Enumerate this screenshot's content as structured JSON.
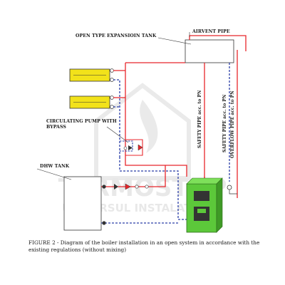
{
  "labels": {
    "airvent_pipe": "AIRVENT PIPE",
    "expansion_tank": "OPEN TYPE EXPANSIOIN TANK",
    "circulating_pump_line1": "CIRCULATING PUMP WITH",
    "circulating_pump_line2": "BYPASS",
    "dhw_tank": "DHW TANK",
    "safety_pipe_1": "SAFETY PIPE acc. to PN",
    "safety_pipe_2": "SAFETY PIPE acc. to PN",
    "overflow_pipe": "OVERFLOW PIPE acc. to PN"
  },
  "watermark": {
    "line1": "TERMOSTOP",
    "line2": "UNIVERSUL INSTALATIILOR"
  },
  "caption": "FIGURE 2 - Diagram of the boiler installation in an open system in accordance with the existing regulations (without mixing)",
  "colors": {
    "supply_pipe": "#e8262b",
    "return_pipe": "#2b3fa8",
    "radiator": "#f2e21a",
    "boiler": "#5cc83a",
    "dashed_pipe": "#2b3fa8"
  }
}
